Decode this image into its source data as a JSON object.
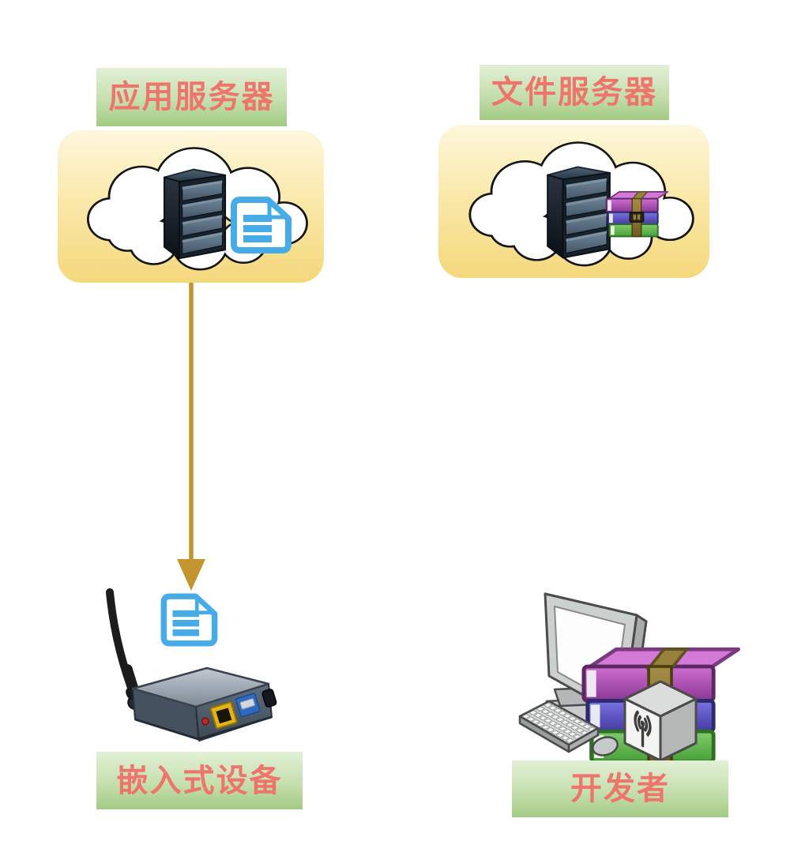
{
  "diagram": {
    "background_color": "#ffffff",
    "nodes": {
      "app_server": {
        "label": "应用服务器",
        "container": "yellow-rounded-cloud-box",
        "icons": [
          "cloud-icon",
          "server-rack-icon",
          "document-icon"
        ]
      },
      "file_server": {
        "label": "文件服务器",
        "container": "yellow-rounded-cloud-box",
        "icons": [
          "cloud-icon",
          "server-rack-icon",
          "winrar-archive-icon"
        ]
      },
      "embedded_device": {
        "label": "嵌入式设备",
        "icons": [
          "antenna-icon",
          "router-box-icon",
          "document-icon"
        ]
      },
      "developer": {
        "label": "开发者",
        "icons": [
          "monitor-icon",
          "winrar-archive-icon",
          "keyboard-icon",
          "mouse-icon",
          "wireless-cube-icon"
        ]
      }
    },
    "edges": [
      {
        "from": "app_server",
        "to": "embedded_device",
        "type": "arrow-down",
        "color": "#c3952f"
      }
    ],
    "colors": {
      "label_text": "#ee756c",
      "label_bg_top": "#e2f0d6",
      "label_bg_bottom": "#a3cb84",
      "cloud_box_top": "#fdf7dc",
      "cloud_box_bottom": "#f5d87c",
      "cloud_outline": "#141414",
      "arrow": "#c3952f",
      "document_blue": "#45ace8",
      "winrar_purple": "#a855c0",
      "winrar_blue": "#4840a8",
      "winrar_green": "#46a136"
    }
  }
}
